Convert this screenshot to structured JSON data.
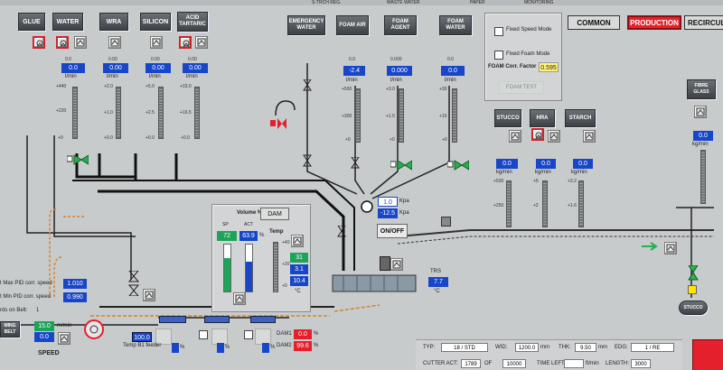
{
  "header": {
    "materials": [
      "GLUE",
      "WATER",
      "WRA",
      "SILICON",
      "ACID TARTARIC"
    ],
    "streams": [
      "EMERGENCY WATER",
      "FOAM AIR",
      "FOAM AGENT",
      "FOAM WATER"
    ],
    "modes": {
      "common": "COMMON",
      "production": "PRODUCTION",
      "recirculation": "RECIRCULA"
    },
    "top_cut_labels": [
      "S-TRCH REG.",
      "WASTE WATER",
      "PAPER",
      "MONITORING"
    ]
  },
  "mode_panel": {
    "fixed_speed": "Fixed Speed Mode",
    "fixed_foam": "Fixed Foam Mode",
    "foam_corr_label": "FOAM Corr. Factor",
    "foam_corr_value": "0.595",
    "foam_test": "FOAM TEST"
  },
  "dosing": [
    {
      "name": "glue-meter",
      "top": "0.0",
      "value": "0.0",
      "unit": "l/min",
      "scale": [
        "+440",
        "+220",
        "+0"
      ]
    },
    {
      "name": "water-meter",
      "top": "0.00",
      "value": "0.00",
      "unit": "l/min",
      "scale": [
        "+2.0",
        "+1.0",
        "+0.0"
      ]
    },
    {
      "name": "wra-meter",
      "top": "0.00",
      "value": "0.00",
      "unit": "l/min",
      "scale": [
        "+5.0",
        "+2.5",
        "+0.0"
      ]
    },
    {
      "name": "silicon-meter",
      "top": "0.00",
      "value": "0.00",
      "unit": "l/min",
      "scale": [
        "+33.0",
        "+16.5",
        "+0.0"
      ]
    }
  ],
  "foam": [
    {
      "name": "foam-air",
      "top": "0.0",
      "value": "-2.4",
      "unit": "l/min",
      "scale": [
        "+500",
        "+300",
        "+0"
      ]
    },
    {
      "name": "foam-agent",
      "top": "0.000",
      "value": "0.000",
      "unit": "l/min",
      "scale": [
        "+3.0",
        "+1.5",
        "+0"
      ]
    },
    {
      "name": "foam-water",
      "top": "0.0",
      "value": "0.0",
      "unit": "l/min",
      "scale": [
        "+30",
        "+15",
        "+0"
      ]
    }
  ],
  "additives": {
    "labels": [
      "STUCCO",
      "HRA",
      "STARCH",
      "FIBRE GLASS"
    ],
    "meters": [
      {
        "value": "0.0",
        "unit": "kg/min",
        "scale": [
          "+500",
          "+250"
        ]
      },
      {
        "value": "0.0",
        "unit": "kg/min",
        "scale": [
          "+5",
          "+2"
        ]
      },
      {
        "value": "0.0",
        "unit": "kg/min",
        "scale": [
          "+3.2",
          "+1.6"
        ]
      },
      {
        "value": "0.0",
        "unit": "kg/min"
      }
    ]
  },
  "pressure": {
    "p1": "1.0",
    "p2": "-12.5",
    "unit": "Kpa",
    "onoff": "ON/OFF"
  },
  "volume": {
    "title": "Volume %",
    "dam": "DAM",
    "sp_label": "SP",
    "act_label": "ACT",
    "sp": "72",
    "act": "63.9",
    "pct": "%",
    "temp_title": "Temp",
    "temp_scale": [
      "+40",
      "+20",
      "+0"
    ],
    "t1": "31",
    "t2": "3.1",
    "t3": "10.4",
    "temp_unit": "°C"
  },
  "trs": {
    "label": "TRS",
    "value": "7.7",
    "unit": "°C"
  },
  "pid": {
    "max_label": "t Max PID corr. speed",
    "max_value": "1.010",
    "min_label": "t Min PID corr. speed",
    "min_value": "0.990",
    "belt_label": "rds on Belt:",
    "belt_value": "1"
  },
  "speed": {
    "label": "SPEED",
    "value": "15.0",
    "unit": "m/min",
    "value2": "0.0",
    "temp_b1": "Temp B1 feeder",
    "b1_value": "100.0",
    "b1_unit": "%",
    "side": "MING BELT"
  },
  "dam": {
    "dam1_label": "DAM1",
    "dam1": "0.0",
    "dam2_label": "DAM2",
    "dam2": "99.6",
    "unit": "%",
    "pct": "%"
  },
  "stucco_bin": "STUCCO",
  "footer": {
    "typ_label": "TYP:",
    "typ": "18 / STD",
    "wid_label": "WID:",
    "wid": "1200.0",
    "wid_unit": "mm",
    "thk_label": "THK:",
    "thk": "9.50",
    "thk_unit": "mm",
    "edg_label": "EDG:",
    "edg": "1 / RE",
    "cutter_label": "CUTTER ACT:",
    "cutter": "1789",
    "of_label": "OF",
    "of": "10000",
    "time_label": "TIME LEFT:",
    "time_unit": "ft/min",
    "length_label": "LENGTH:",
    "length": "3000"
  },
  "colors": {
    "accent_blue": "#1846c9",
    "alarm_red": "#e3202c",
    "valve_green": "#23b24b",
    "pipe": "#1b1b1b",
    "dashed": "#d9822b"
  }
}
